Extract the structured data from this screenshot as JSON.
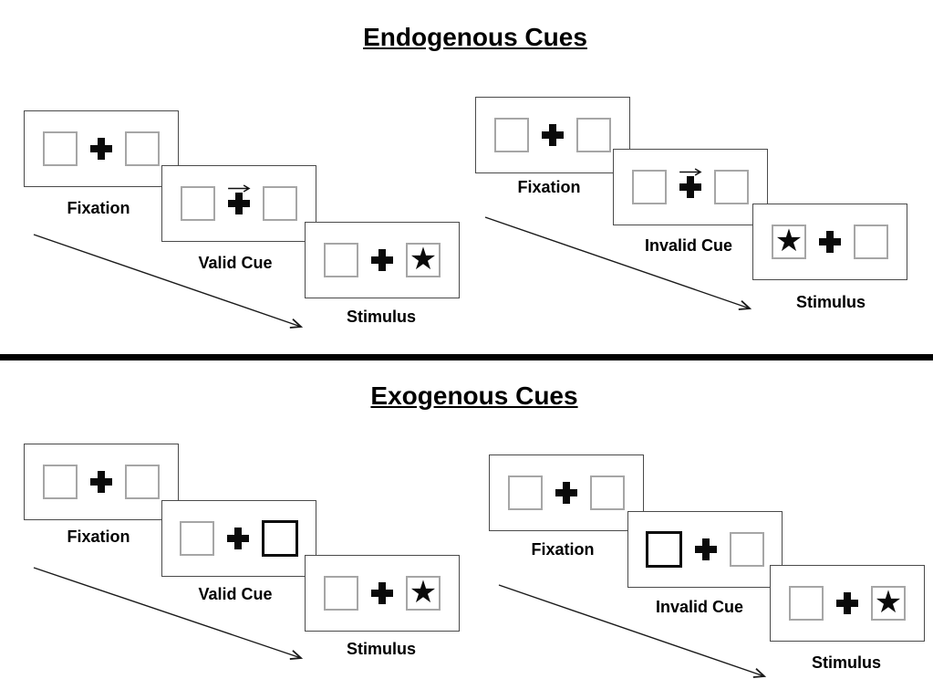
{
  "glyphs": {
    "star": "★",
    "fixation_cross": "+",
    "cue_arrow": "→"
  },
  "colors": {
    "background": "#ffffff",
    "ink": "#000000",
    "panel_border": "#4a4a4a",
    "square_border": "#a6a6a6",
    "cued_square_border": "#0a0a0a",
    "divider": "#000000"
  },
  "sections": [
    {
      "title": "Endogenous Cues",
      "trials": [
        {
          "id": "endogenous-valid",
          "panels": [
            {
              "label": "Fixation",
              "left": "plain",
              "right": "plain",
              "arrow": false
            },
            {
              "label": "Valid Cue",
              "left": "plain",
              "right": "plain",
              "arrow": true
            },
            {
              "label": "Stimulus",
              "left": "plain",
              "right": "star",
              "arrow": false
            }
          ]
        },
        {
          "id": "endogenous-invalid",
          "panels": [
            {
              "label": "Fixation",
              "left": "plain",
              "right": "plain",
              "arrow": false
            },
            {
              "label": "Invalid Cue",
              "left": "plain",
              "right": "plain",
              "arrow": true
            },
            {
              "label": "Stimulus",
              "left": "star",
              "right": "plain",
              "arrow": false
            }
          ]
        }
      ]
    },
    {
      "title": "Exogenous Cues",
      "trials": [
        {
          "id": "exogenous-valid",
          "panels": [
            {
              "label": "Fixation",
              "left": "plain",
              "right": "plain",
              "arrow": false
            },
            {
              "label": "Valid Cue",
              "left": "plain",
              "right": "cued",
              "arrow": false
            },
            {
              "label": "Stimulus",
              "left": "plain",
              "right": "star",
              "arrow": false
            }
          ]
        },
        {
          "id": "exogenous-invalid",
          "panels": [
            {
              "label": "Fixation",
              "left": "plain",
              "right": "plain",
              "arrow": false
            },
            {
              "label": "Invalid Cue",
              "left": "cued",
              "right": "plain",
              "arrow": false
            },
            {
              "label": "Stimulus",
              "left": "plain",
              "right": "star",
              "arrow": false
            }
          ]
        }
      ]
    }
  ]
}
